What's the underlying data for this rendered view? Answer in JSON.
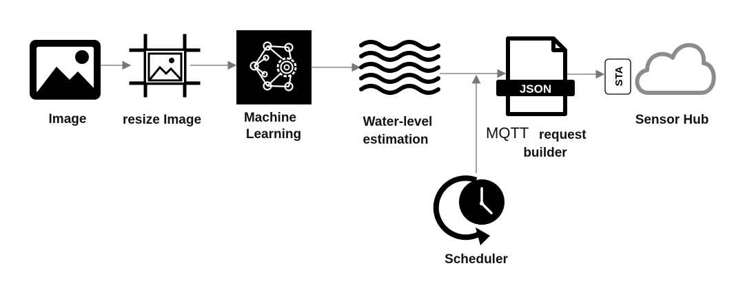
{
  "nodes": {
    "image": {
      "label": "Image"
    },
    "resize": {
      "label": "resize Image"
    },
    "ml": {
      "label_line1": "Machine",
      "label_line2": "Learning"
    },
    "water": {
      "label_line1": "Water-level",
      "label_line2": "estimation"
    },
    "mqtt": {
      "label_part1": "MQTT",
      "label_part2": "request",
      "label_line2": "builder",
      "badge": "JSON"
    },
    "hub": {
      "label": "Sensor Hub",
      "sta_badge": "STA"
    },
    "scheduler": {
      "label": "Scheduler"
    }
  },
  "edges": [
    {
      "from": "Image",
      "to": "resize Image"
    },
    {
      "from": "resize Image",
      "to": "Machine Learning"
    },
    {
      "from": "Machine Learning",
      "to": "Water-level estimation"
    },
    {
      "from": "Water-level estimation",
      "to": "MQTT request builder"
    },
    {
      "from": "Scheduler",
      "to": "MQTT request builder"
    },
    {
      "from": "MQTT request builder",
      "to": "Sensor Hub"
    }
  ],
  "colors": {
    "icon": "#000000",
    "edge": "#777777",
    "cloud": "#8c8c8c",
    "text": "#111111"
  }
}
